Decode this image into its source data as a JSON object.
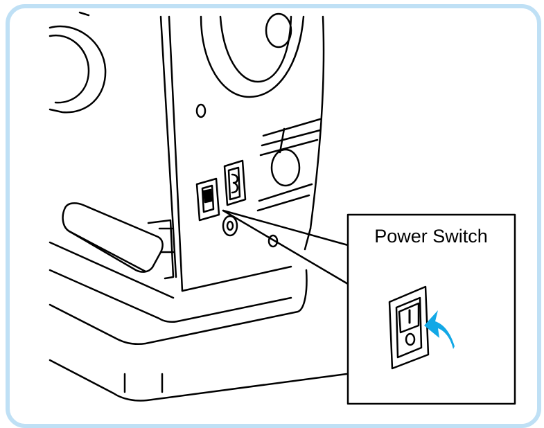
{
  "callout": {
    "label": "Power Switch"
  },
  "switch_marks": {
    "on": "I",
    "off": "O"
  },
  "colors": {
    "frame_border": "#bfe0f5",
    "arrow": "#12a8e6",
    "line": "#000000",
    "background": "#ffffff"
  },
  "icons": {
    "arrow": "curved-up-arrow-icon",
    "switch": "rocker-switch-icon",
    "outlet": "power-inlet-icon"
  }
}
